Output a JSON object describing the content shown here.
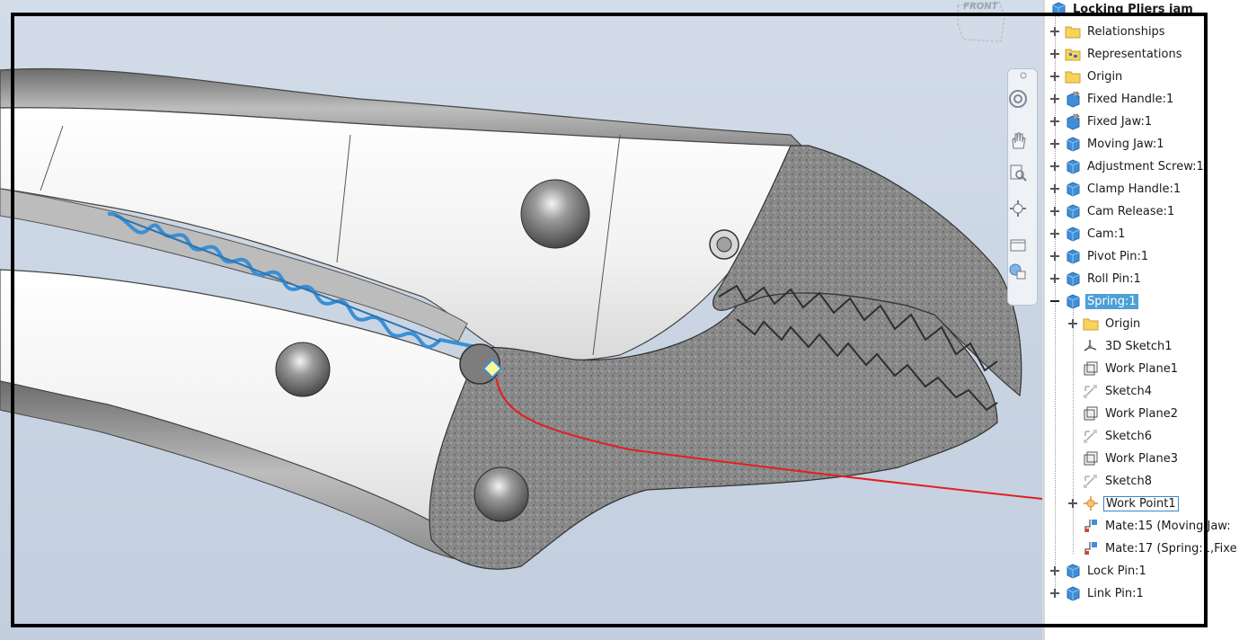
{
  "viewcube": {
    "label": "FRONT"
  },
  "browser": {
    "root": {
      "label": "Locking Pliers jam"
    },
    "items": [
      {
        "label": "Relationships",
        "icon": "folder-icon",
        "expander": "plus",
        "indent": 0
      },
      {
        "label": "Representations",
        "icon": "representations-icon",
        "expander": "plus",
        "indent": 0
      },
      {
        "label": "Origin",
        "icon": "folder-icon",
        "expander": "plus",
        "indent": 0
      },
      {
        "label": "Fixed Handle:1",
        "icon": "part-grounded-icon",
        "expander": "plus",
        "indent": 0
      },
      {
        "label": "Fixed Jaw:1",
        "icon": "part-grounded-icon",
        "expander": "plus",
        "indent": 0
      },
      {
        "label": "Moving Jaw:1",
        "icon": "part-icon",
        "expander": "plus",
        "indent": 0
      },
      {
        "label": "Adjustment Screw:1",
        "icon": "part-icon",
        "expander": "plus",
        "indent": 0
      },
      {
        "label": "Clamp Handle:1",
        "icon": "part-icon",
        "expander": "plus",
        "indent": 0
      },
      {
        "label": "Cam Release:1",
        "icon": "part-icon",
        "expander": "plus",
        "indent": 0
      },
      {
        "label": "Cam:1",
        "icon": "part-icon",
        "expander": "plus",
        "indent": 0
      },
      {
        "label": "Pivot Pin:1",
        "icon": "part-icon",
        "expander": "plus",
        "indent": 0
      },
      {
        "label": "Roll Pin:1",
        "icon": "part-icon",
        "expander": "plus",
        "indent": 0
      },
      {
        "label": "Spring:1",
        "icon": "part-icon",
        "expander": "minus",
        "indent": 0,
        "state": "selected"
      },
      {
        "label": "Origin",
        "icon": "folder-icon",
        "expander": "plus",
        "indent": 1
      },
      {
        "label": "3D Sketch1",
        "icon": "3d-sketch-icon",
        "expander": "none",
        "indent": 1
      },
      {
        "label": "Work Plane1",
        "icon": "work-plane-icon",
        "expander": "none",
        "indent": 1
      },
      {
        "label": "Sketch4",
        "icon": "sketch-icon",
        "expander": "none",
        "indent": 1
      },
      {
        "label": "Work Plane2",
        "icon": "work-plane-icon",
        "expander": "none",
        "indent": 1
      },
      {
        "label": "Sketch6",
        "icon": "sketch-icon",
        "expander": "none",
        "indent": 1
      },
      {
        "label": "Work Plane3",
        "icon": "work-plane-icon",
        "expander": "none",
        "indent": 1
      },
      {
        "label": "Sketch8",
        "icon": "sketch-icon",
        "expander": "none",
        "indent": 1
      },
      {
        "label": "Work Point1",
        "icon": "work-point-icon",
        "expander": "plus",
        "indent": 1,
        "state": "focus"
      },
      {
        "label": "Mate:15 (Moving Jaw:",
        "icon": "mate-icon",
        "expander": "none",
        "indent": 1
      },
      {
        "label": "Mate:17 (Spring:1,Fixe",
        "icon": "mate-icon",
        "expander": "none",
        "indent": 1
      },
      {
        "label": "Lock Pin:1",
        "icon": "part-icon",
        "expander": "plus",
        "indent": 0
      },
      {
        "label": "Link Pin:1",
        "icon": "part-icon",
        "expander": "plus",
        "indent": 0
      }
    ]
  },
  "navigation_bar": {
    "tools": [
      "steering-wheel-icon",
      "pan-icon",
      "zoom-icon",
      "orbit-icon",
      "view-face-icon",
      "appearance-icon"
    ]
  },
  "colors": {
    "selection": "#4d9fd6",
    "part": "#3e8fd8",
    "spring": "#3a8fd4",
    "leader": "#e02020",
    "work_point": "#e08a2a",
    "viewport_background": "#c8d3e2"
  }
}
